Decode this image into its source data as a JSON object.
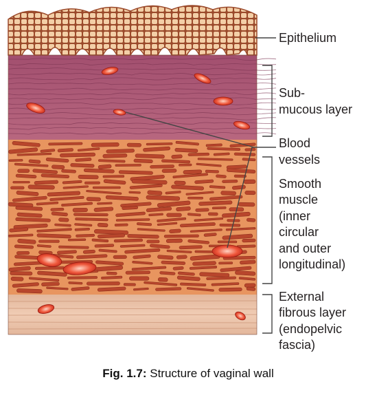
{
  "labels": {
    "epithelium": "Epithelium",
    "submucous": [
      "Sub-",
      "mucous layer"
    ],
    "blood_vessels": [
      "Blood",
      "vessels"
    ],
    "smooth_muscle": [
      "Smooth",
      "muscle",
      "(inner",
      "circular",
      "and outer",
      "longitudinal)"
    ],
    "external_fibrous": [
      "External",
      "fibrous layer",
      "(endopelvic",
      "fascia)"
    ]
  },
  "caption": {
    "prefix": "Fig. 1.7:",
    "text": " Structure of vaginal wall"
  },
  "colors": {
    "epithelium_cell": "#f3cfa7",
    "epithelium_border": "#9b4a2b",
    "submucosa": "#b05d7c",
    "muscle_base": "#e8955f",
    "muscle_fiber": "#b8462c",
    "fibrous": "#e9c2a8",
    "vessel": "#e4402a",
    "label_line": "#444444"
  }
}
